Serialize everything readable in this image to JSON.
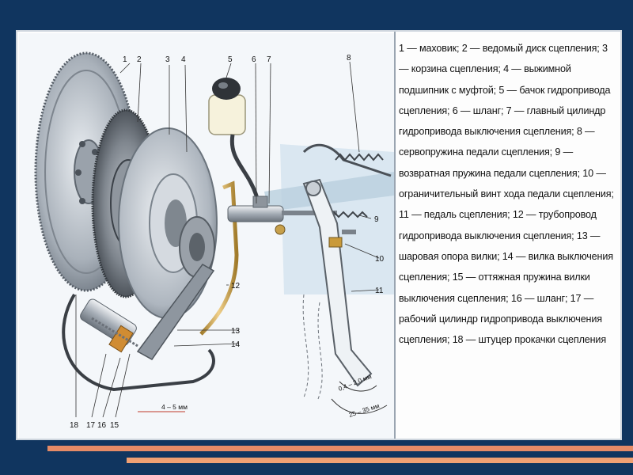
{
  "caption": "1 — маховик; 2 — ведомый диск сцепления; 3 — корзина сцепления; 4 — выжимной подшипник с муфтой; 5 — бачок гидропривода сцепления; 6 — шланг; 7 — главный цилиндр гидропривода выключения сцепления; 8 — сервопружина педали сцепления; 9 — возвратная пружина педали сцепления; 10 — ограничительный винт хода педали сцепления; 11 — педаль сцепления; 12 — трубопровод гидропривода выключения сцепления; 13 — шаровая опора вилки; 14 — вилка выключения сцепления; 15 — оттяжная пружина вилки выключения сцепления; 16 — шланг; 17 — рабочий цилиндр гидропривода выключения сцепления; 18 — штуцер прокачки сцепления",
  "callouts": {
    "n1": "1",
    "n2": "2",
    "n3": "3",
    "n4": "4",
    "n5": "5",
    "n6": "6",
    "n7": "7",
    "n8": "8",
    "n9": "9",
    "n10": "10",
    "n11": "11",
    "n12": "12",
    "n13": "13",
    "n14": "14",
    "n15": "15",
    "n16": "16",
    "n17": "17",
    "n18": "18"
  },
  "dimensions": {
    "fork_gap": "4 – 5 мм",
    "pedal_free": "0,4 – 2,0 мм",
    "pedal_travel": "25 – 35 мм"
  },
  "colors": {
    "background": "#10355f",
    "accent_bar": "#e58b67",
    "metal": "#8c95a0",
    "brass": "#c8a04a"
  }
}
